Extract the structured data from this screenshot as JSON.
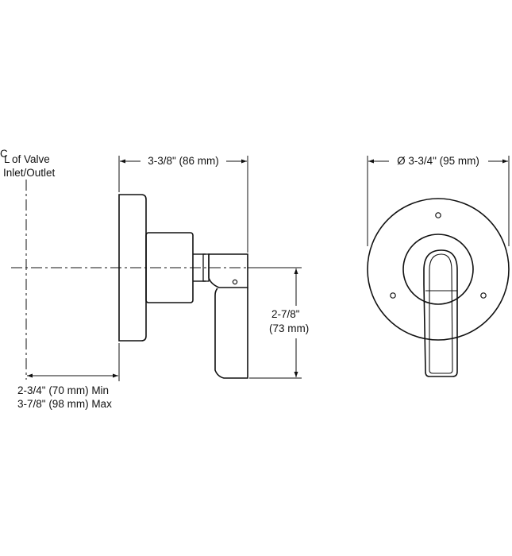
{
  "colors": {
    "ink": "#111111",
    "background": "#ffffff"
  },
  "labels": {
    "centerline_symbol": "C",
    "centerline_symbol_sub": "L",
    "centerline_line1": "of Valve",
    "centerline_line2": "Inlet/Outlet",
    "depth": "3-3/8\" (86 mm)",
    "diameter": "Ø 3-3/4\" (95 mm)",
    "handle_height_line1": "2-7/8\"",
    "handle_height_line2": "(73 mm)",
    "offset_min": "2-3/4\" (70 mm) Min",
    "offset_max": "3-7/8\" (98 mm) Max"
  }
}
